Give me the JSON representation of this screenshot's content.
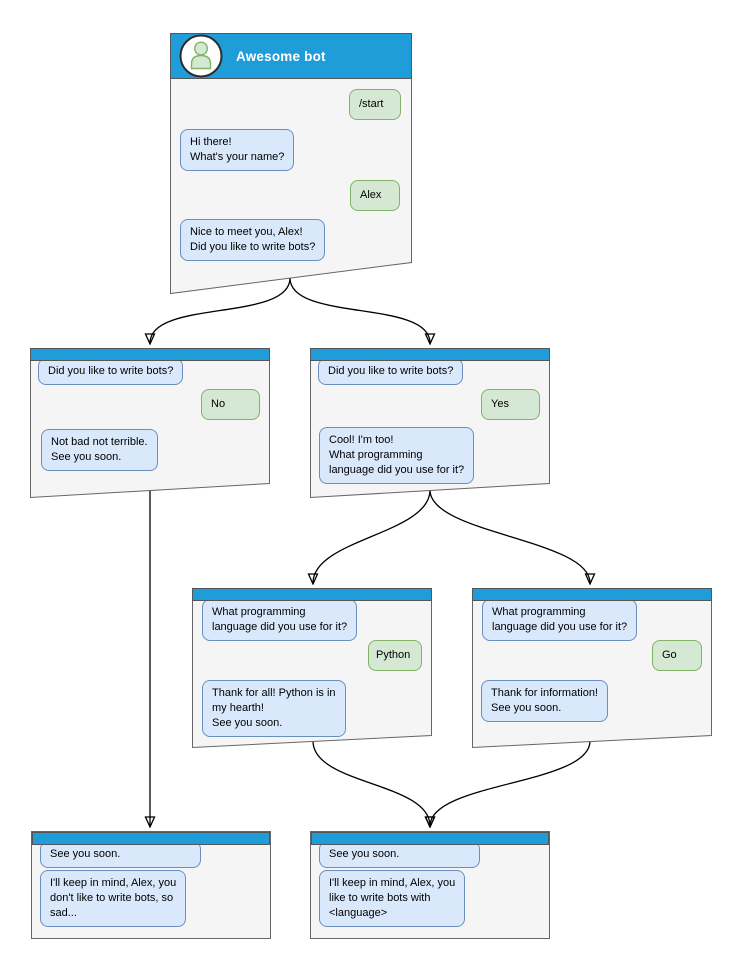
{
  "colors": {
    "header_blue": "#1e9dd9",
    "window_bg": "#f5f5f5",
    "window_border": "#666666",
    "bot_bubble_bg": "#dae8fc",
    "bot_bubble_border": "#6c8ebf",
    "user_bubble_bg": "#d5e8d4",
    "user_bubble_border": "#82b366",
    "connector": "#000000"
  },
  "windows": [
    {
      "name": "start",
      "title": "Awesome bot",
      "bubbles": [
        {
          "from": "user",
          "text": "/start"
        },
        {
          "from": "bot",
          "text": "Hi there!\nWhat's your name?"
        },
        {
          "from": "user",
          "text": "Alex"
        },
        {
          "from": "bot",
          "text": "Nice to meet you, Alex!\nDid you like to write bots?"
        }
      ]
    },
    {
      "name": "branch-no",
      "bubbles": [
        {
          "from": "bot",
          "text": "Did you like to write bots?"
        },
        {
          "from": "user",
          "text": "No"
        },
        {
          "from": "bot",
          "text": "Not bad not terrible.\nSee you soon."
        }
      ]
    },
    {
      "name": "branch-yes",
      "bubbles": [
        {
          "from": "bot",
          "text": "Did you like to write bots?"
        },
        {
          "from": "user",
          "text": "Yes"
        },
        {
          "from": "bot",
          "text": "Cool! I'm too!\nWhat programming\nlanguage did you use for it?"
        }
      ]
    },
    {
      "name": "branch-python",
      "bubbles": [
        {
          "from": "bot",
          "text": "What programming\nlanguage did you use for it?"
        },
        {
          "from": "user",
          "text": "Python"
        },
        {
          "from": "bot",
          "text": "Thank for all! Python is in\nmy hearth!\nSee you soon."
        }
      ]
    },
    {
      "name": "branch-go",
      "bubbles": [
        {
          "from": "bot",
          "text": "What programming\nlanguage did you use for it?"
        },
        {
          "from": "user",
          "text": "Go"
        },
        {
          "from": "bot",
          "text": "Thank for information!\nSee you soon."
        }
      ]
    },
    {
      "name": "end-no",
      "bubbles": [
        {
          "from": "bot",
          "text": "See you soon."
        },
        {
          "from": "bot",
          "text": "I'll keep in mind, Alex, you\ndon't like to write bots, so\nsad..."
        }
      ]
    },
    {
      "name": "end-language",
      "bubbles": [
        {
          "from": "bot",
          "text": "See you soon."
        },
        {
          "from": "bot",
          "text": "I'll keep in mind, Alex, you\nlike to write bots with\n<language>"
        }
      ]
    }
  ],
  "connections": [
    {
      "from": "start",
      "to": "branch-no"
    },
    {
      "from": "start",
      "to": "branch-yes"
    },
    {
      "from": "branch-no",
      "to": "end-no"
    },
    {
      "from": "branch-yes",
      "to": "branch-python"
    },
    {
      "from": "branch-yes",
      "to": "branch-go"
    },
    {
      "from": "branch-python",
      "to": "end-language"
    },
    {
      "from": "branch-go",
      "to": "end-language"
    }
  ]
}
